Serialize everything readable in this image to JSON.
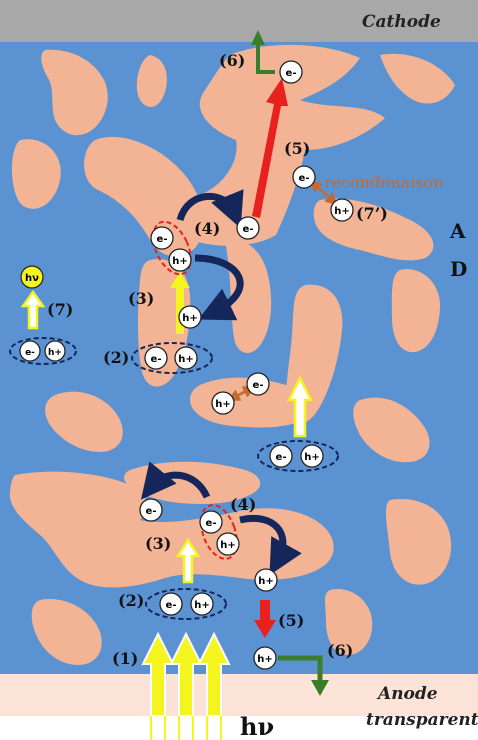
{
  "electrodes": {
    "cathode": "Cathode",
    "anode_line1": "Anode",
    "anode_line2": "transparente"
  },
  "materials": {
    "acceptor": "A",
    "donor": "D"
  },
  "photon": "hν",
  "recombination": "recombinaison",
  "steps": {
    "s1": "(1)",
    "s2a": "(2)",
    "s2b": "(2)",
    "s3a": "(3)",
    "s3b": "(3)",
    "s4a": "(4)",
    "s4b": "(4)",
    "s5a": "(5)",
    "s5b": "(5)",
    "s6a": "(6)",
    "s6b": "(6)",
    "s7": "(7)",
    "s7p": "(7’)"
  },
  "carriers": {
    "electron": "e-",
    "hole": "h+"
  },
  "colors": {
    "acceptor_bg": "#5b93d2",
    "donor": "#f2b494",
    "cathode": "#a8a8a8",
    "anode": "#fbe3d8",
    "photon_arrow": "#f4f41e",
    "electron_path": "#e8211f",
    "extraction": "#3a7d2a",
    "transfer": "#15275a",
    "recombination": "#c46a2e"
  }
}
